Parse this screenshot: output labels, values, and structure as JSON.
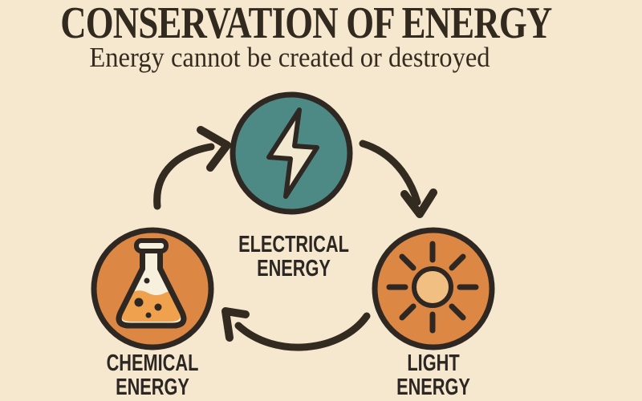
{
  "diagram": {
    "title": "CONSERVATION OF ENERGY",
    "subtitle": "Energy cannot be created or destroyed",
    "type": "cycle-diagram",
    "nodes": [
      {
        "id": "electrical",
        "label": [
          "ELECTRICAL",
          "ENERGY"
        ],
        "icon": "lightning-bolt-icon",
        "circle_color": "#4e8a85"
      },
      {
        "id": "chemical",
        "label": [
          "CHEMICAL",
          "ENERGY"
        ],
        "icon": "flask-icon",
        "circle_color": "#dc8743"
      },
      {
        "id": "light",
        "label": [
          "LIGHT",
          "ENERGY"
        ],
        "icon": "sun-icon",
        "circle_color": "#dc8743"
      }
    ],
    "arrows": [
      {
        "from": "chemical",
        "to": "electrical"
      },
      {
        "from": "electrical",
        "to": "light"
      },
      {
        "from": "light",
        "to": "chemical"
      }
    ],
    "colors": {
      "background": "#f6e8cf",
      "ink_outline": "#332a20",
      "teal_circle": "#4e8a85",
      "orange_circle": "#dc8743",
      "sun_center": "#f2bf82",
      "flask_glass": "#f7f0dd",
      "flask_liquid": "#efa14d",
      "bolt_fill": "#f3e9d0",
      "title_text": "#332a1f",
      "label_text": "#2c2722"
    }
  }
}
